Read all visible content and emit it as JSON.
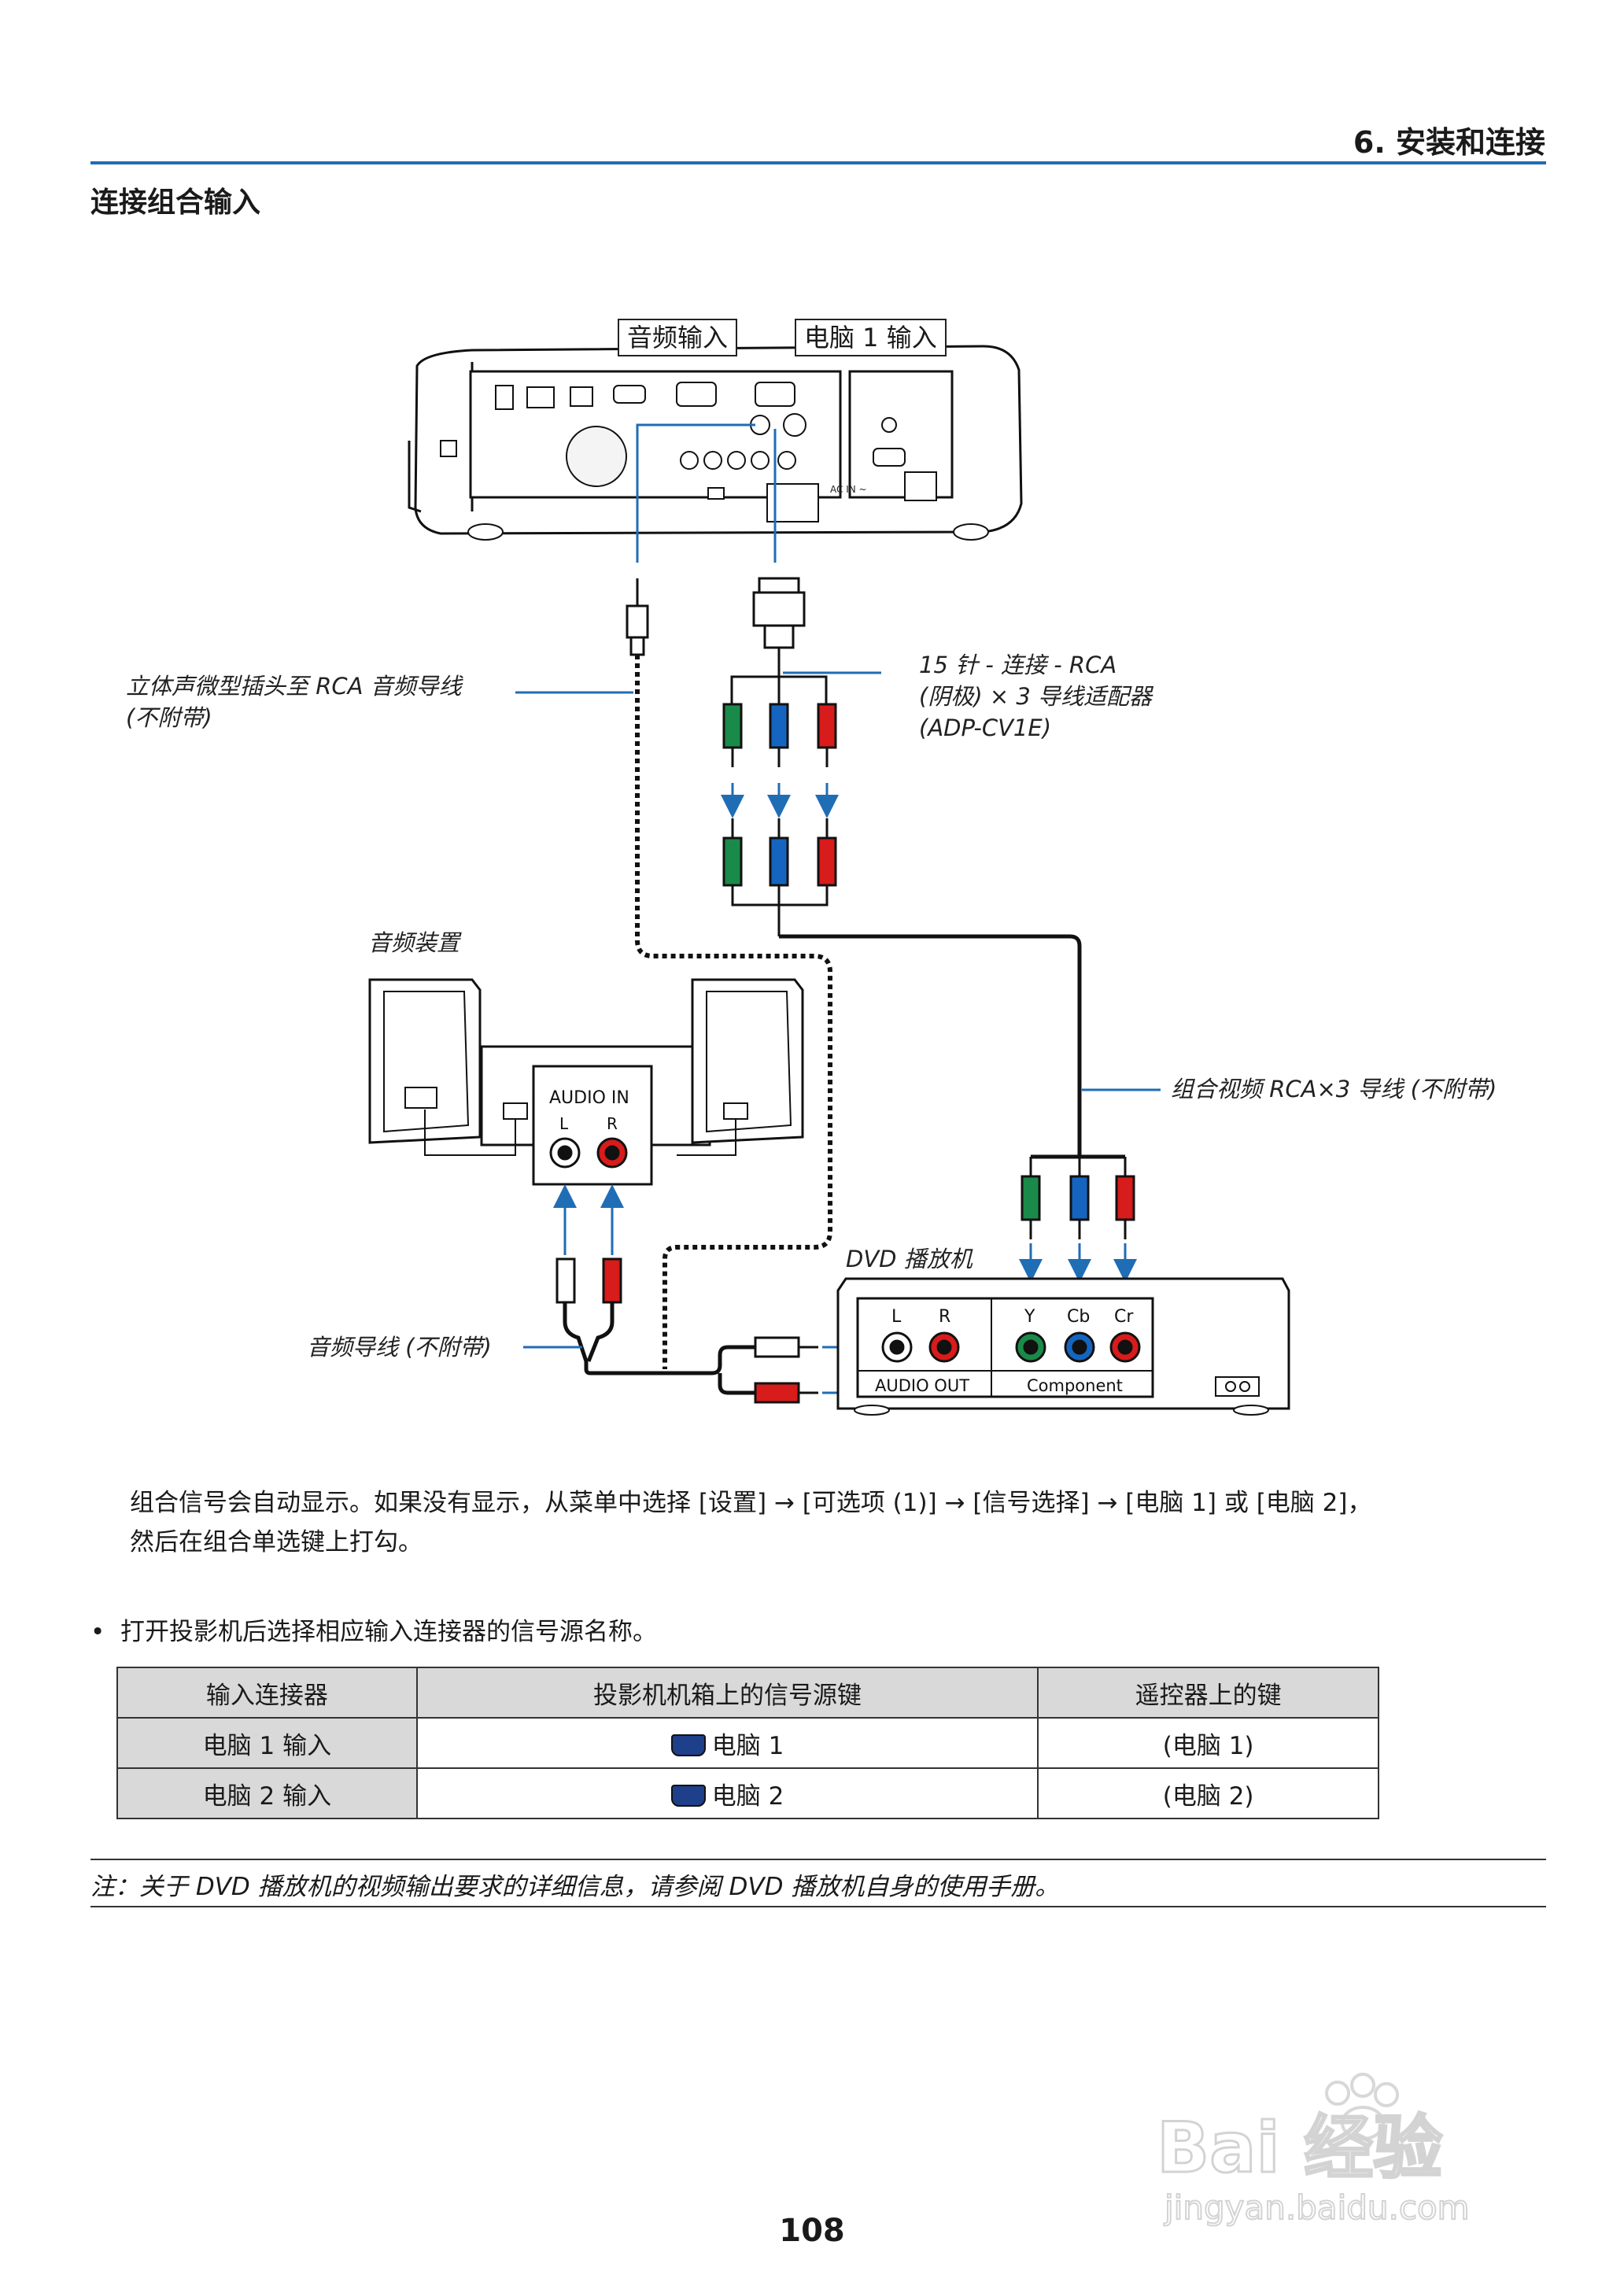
{
  "header": {
    "chapter": "6. 安装和连接"
  },
  "section_title": "连接组合输入",
  "figure": {
    "callouts": {
      "audio_in": "音频输入",
      "computer1_in": "电脑 1 输入"
    },
    "labels": {
      "stereo_cable_l1": "立体声微型插头至 RCA 音频导线",
      "stereo_cable_l2": "(不附带)",
      "adapter_l1": "15 针 - 连接 - RCA",
      "adapter_l2": "(阴极) × 3 导线适配器",
      "adapter_l3": "(ADP-CV1E)",
      "audio_device": "音频装置",
      "component_cable": "组合视频 RCA×3 导线 (不附带)",
      "dvd_player": "DVD 播放机",
      "audio_cable": "音频导线 (不附带)"
    },
    "audio_panel": {
      "title": "AUDIO IN",
      "left": "L",
      "right": "R"
    },
    "dvd_panel": {
      "left": "L",
      "right": "R",
      "y": "Y",
      "cb": "Cb",
      "cr": "Cr",
      "audio_out": "AUDIO OUT",
      "component": "Component"
    },
    "projector_text": {
      "ac_in": "AC IN ~"
    }
  },
  "body_text": {
    "line1": "组合信号会自动显示。如果没有显示，从菜单中选择 [设置] → [可选项 (1)] → [信号选择] → [电脑 1] 或 [电脑 2]，",
    "line2": "然后在组合单选键上打勾。"
  },
  "bullet": "打开投影机后选择相应输入连接器的信号源名称。",
  "table": {
    "headers": [
      "输入连接器",
      "投影机机箱上的信号源键",
      "遥控器上的键"
    ],
    "rows": [
      {
        "connector": "电脑 1 输入",
        "cabinet_key": "电脑 1",
        "remote_key": "(电脑 1)"
      },
      {
        "connector": "电脑 2 输入",
        "cabinet_key": "电脑 2",
        "remote_key": "(电脑 2)"
      }
    ]
  },
  "note": "注：关于 DVD 播放机的视频输出要求的详细信息，请参阅 DVD 播放机自身的使用手册。",
  "page_number": "108",
  "watermark": {
    "brand": "Bai 经验",
    "url": "jingyan.baidu.com"
  },
  "colors": {
    "accent_rule": "#1f6db5",
    "arrow": "#1f6db5",
    "rca_green": "#1a8a4a",
    "rca_blue": "#1565c0",
    "rca_red": "#d81b1b"
  }
}
